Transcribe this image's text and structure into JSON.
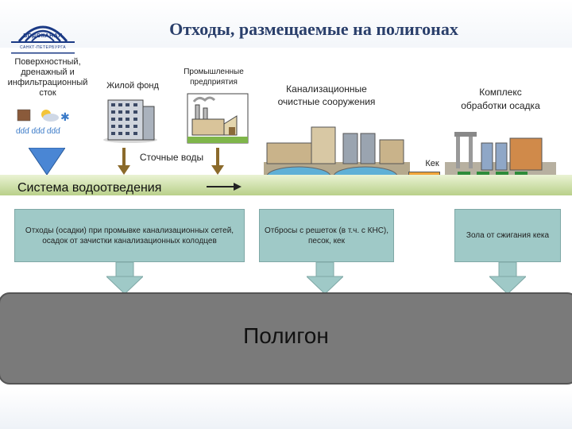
{
  "title": "Отходы, размещаемые на полигонах",
  "logo": {
    "line1": "ВОДОКАНАЛ",
    "line2": "САНКТ-ПЕТЕРБУРГА"
  },
  "sources": {
    "surface_runoff": [
      "Поверхностный,",
      "дренажный и",
      "инфильтрационный",
      "сток"
    ],
    "housing": "Жилой фонд",
    "industry": [
      "Промышленные",
      "предприятия"
    ],
    "wastewater": "Сточные воды"
  },
  "facilities": {
    "treatment": [
      "Канализационные",
      "очистные сооружения"
    ],
    "sludge": [
      "Комплекс",
      "обработки осадка"
    ],
    "cake": "Кек"
  },
  "system": "Система водоотведения",
  "waste_boxes": [
    "Отходы (осадки) при промывке канализационных сетей, осадок от зачистки канализационных колодцев",
    "Отбросы с решеток (в т.ч. с КНС), песок, кек",
    "Зола от сжигания кека"
  ],
  "landfill": "Полигон",
  "colors": {
    "title": "#2a3f6b",
    "box": "#9fc9c7",
    "band": "#b9d08a",
    "landfill": "#7a7a7a",
    "arrow": "#8b6a2b"
  }
}
